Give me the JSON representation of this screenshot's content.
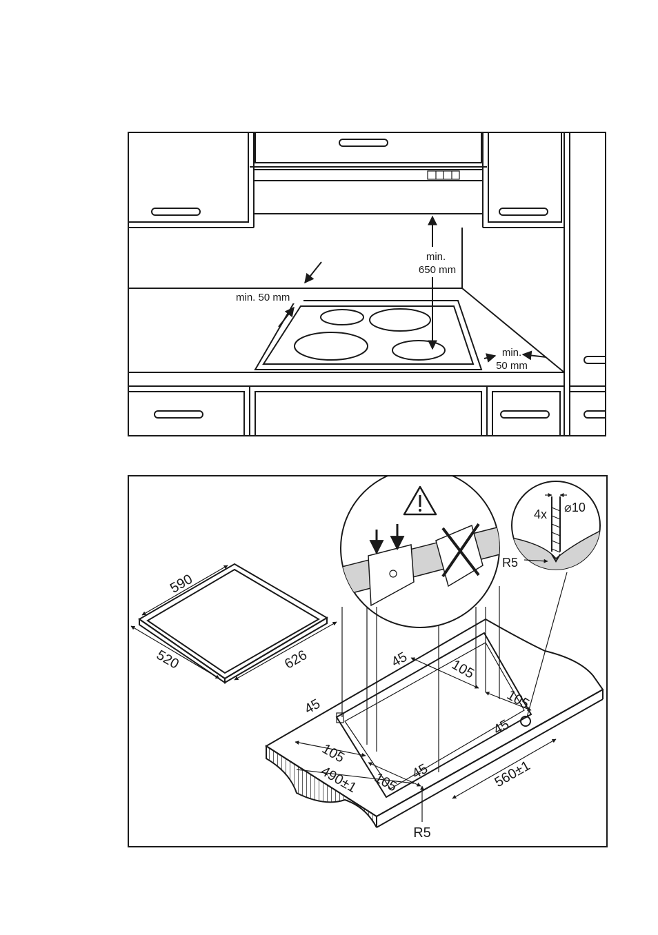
{
  "colors": {
    "ink": "#1a1a1a",
    "grey_fill": "#d3d3d3",
    "paper": "#ffffff"
  },
  "top_figure": {
    "hood_clearance": {
      "line1": "min.",
      "line2": "650 mm"
    },
    "rear_clearance": {
      "label": "min. 50 mm"
    },
    "side_clearance": {
      "line1": "min.",
      "line2": "50 mm"
    }
  },
  "bottom_figure": {
    "hob": {
      "width": "590",
      "depth": "520",
      "length": "626"
    },
    "warning_icon": "warning-triangle-icon",
    "screw_detail": {
      "count": "4x",
      "diameter": "⌀10",
      "radius": "R5"
    },
    "cutout": {
      "dim_45_a": "45",
      "dim_45_b": "45",
      "dim_45_c": "45",
      "dim_45_d": "45",
      "dim_105_a": "105",
      "dim_105_b": "105",
      "dim_105_c": "105",
      "dim_105_d": "105",
      "depth": "490±1",
      "width": "560±1",
      "corner_radius": "R5"
    }
  }
}
